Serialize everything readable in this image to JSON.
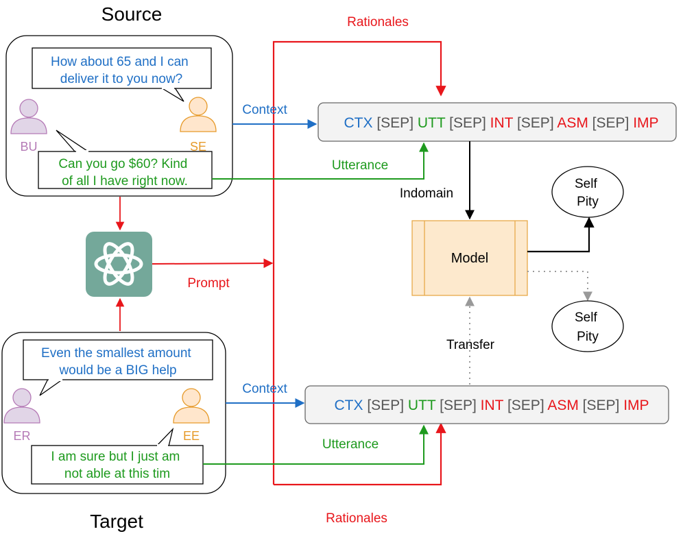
{
  "colors": {
    "blue": "#1f6fc5",
    "green": "#1e9a1e",
    "red": "#e8161b",
    "purple": "#b57ab6",
    "orange": "#e69a2a",
    "gray": "#555555",
    "black": "#000000",
    "model_fill": "#fde9cd",
    "model_stroke": "#e8a949",
    "seq_fill": "#f3f3f3",
    "logo_bg": "#74a89a"
  },
  "source": {
    "title": "Source",
    "bubble_top": [
      "How about 65 and I can",
      "deliver  it to you now?"
    ],
    "bubble_bottom": [
      "Can you go $60? Kind",
      "of all I have right now."
    ],
    "left_person": "BU",
    "right_person": "SE"
  },
  "target": {
    "title": "Target",
    "bubble_top": [
      "Even the smallest amount",
      "would be a BIG help"
    ],
    "bubble_bottom": [
      "I am sure but I just am",
      "not able at this tim"
    ],
    "left_person": "ER",
    "right_person": "EE"
  },
  "labels": {
    "context_top": "Context",
    "utterance_top": "Utterance",
    "context_bottom": "Context",
    "utterance_bottom": "Utterance",
    "rationales_top": "Rationales",
    "rationales_bottom": "Rationales",
    "prompt": "Prompt",
    "indomain": "Indomain",
    "transfer": "Transfer",
    "model": "Model",
    "output_top": [
      "Self",
      "Pity"
    ],
    "output_bottom": [
      "Self",
      "Pity"
    ]
  },
  "sequence_top": {
    "tokens": [
      {
        "text": "CTX",
        "color": "blue"
      },
      {
        "text": " [SEP] ",
        "color": "gray"
      },
      {
        "text": "UTT",
        "color": "green"
      },
      {
        "text": " [SEP] ",
        "color": "gray"
      },
      {
        "text": "INT",
        "color": "red"
      },
      {
        "text": " [SEP] ",
        "color": "gray"
      },
      {
        "text": "ASM",
        "color": "red"
      },
      {
        "text": " [SEP] ",
        "color": "gray"
      },
      {
        "text": "IMP",
        "color": "red"
      }
    ]
  },
  "sequence_bottom": {
    "tokens": [
      {
        "text": "CTX",
        "color": "blue"
      },
      {
        "text": " [SEP] ",
        "color": "gray"
      },
      {
        "text": "UTT",
        "color": "green"
      },
      {
        "text": " [SEP] ",
        "color": "gray"
      },
      {
        "text": "INT",
        "color": "red"
      },
      {
        "text": " [SEP] ",
        "color": "gray"
      },
      {
        "text": "ASM",
        "color": "red"
      },
      {
        "text": " [SEP] ",
        "color": "gray"
      },
      {
        "text": "IMP",
        "color": "red"
      }
    ]
  },
  "icons": {
    "llm": "openai-logo-icon",
    "person": "person-icon"
  }
}
